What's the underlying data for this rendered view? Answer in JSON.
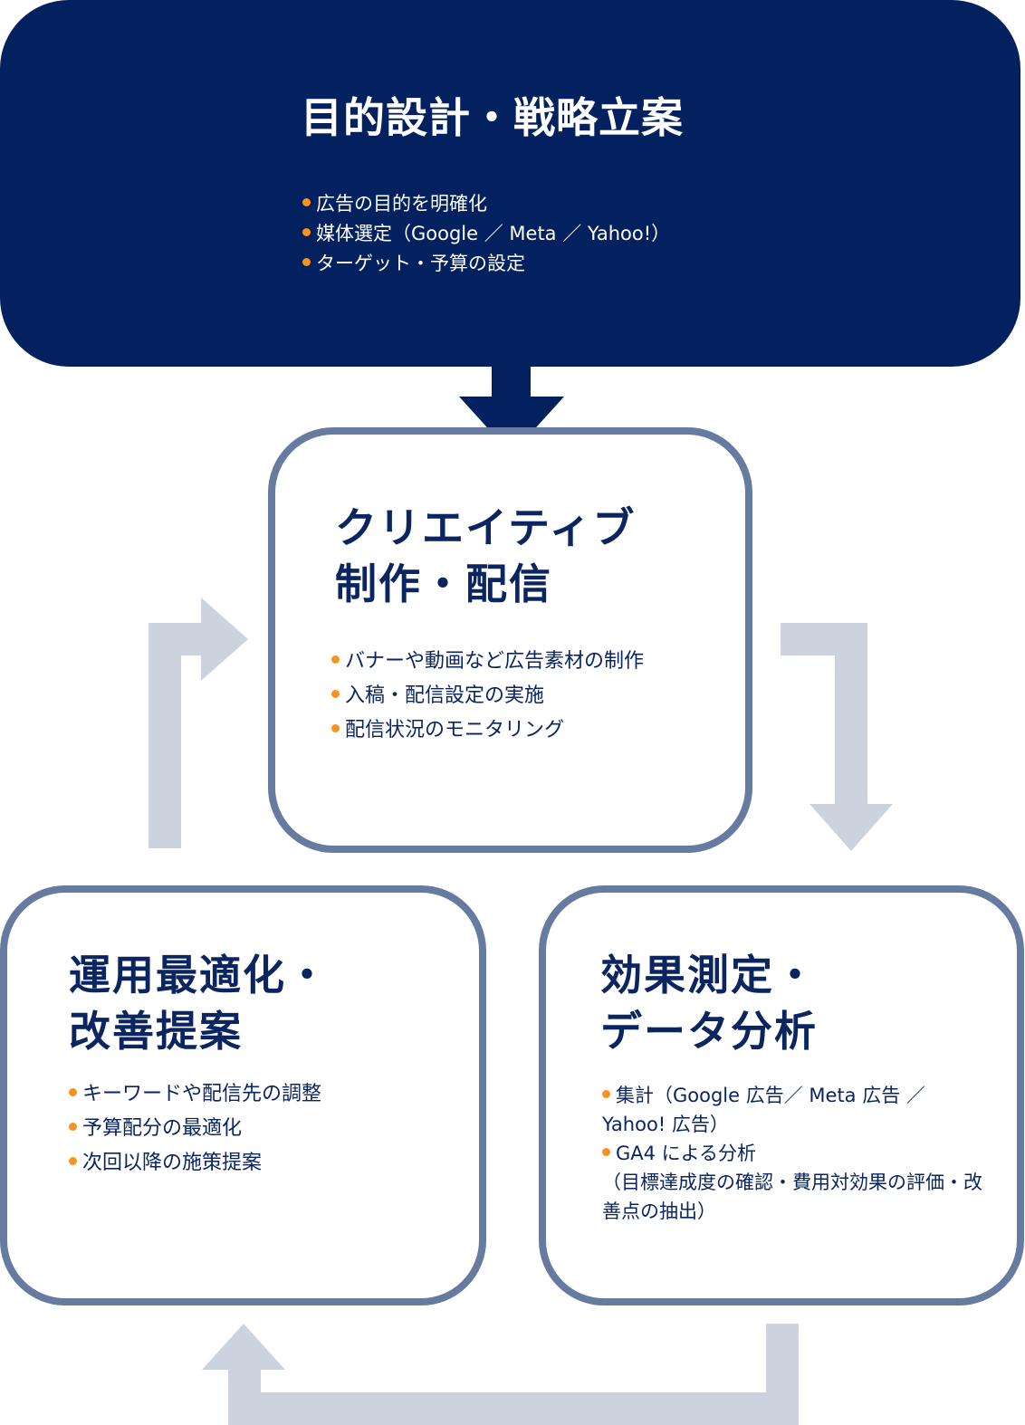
{
  "colors": {
    "banner_bg": "#02215e",
    "box_border": "#677ba0",
    "text_navy": "#0b2560",
    "bullet_orange": "#f7931e",
    "cycle_arrow": "#ccd3de"
  },
  "strategy": {
    "title": "目的設計・戦略立案",
    "items": [
      "広告の目的を明確化",
      "媒体選定（Google ／ Meta ／ Yahoo!）",
      "ターゲット・予算の設定"
    ]
  },
  "creative": {
    "title_line1": "クリエイティブ",
    "title_line2": "制作・配信",
    "items": [
      "バナーや動画など広告素材の制作",
      "入稿・配信設定の実施",
      "配信状況のモニタリング"
    ]
  },
  "measure": {
    "title_line1": "効果測定・",
    "title_line2": "データ分析",
    "items": [
      "集計（Google 広告／ Meta 広告 ／ Yahoo! 広告）",
      "GA4 による分析"
    ],
    "note": "（目標達成度の確認・費用対効果の評価・改善点の抽出）"
  },
  "optimize": {
    "title_line1": "運用最適化・",
    "title_line2": "改善提案",
    "items": [
      "キーワードや配信先の調整",
      "予算配分の最適化",
      "次回以降の施策提案"
    ]
  }
}
